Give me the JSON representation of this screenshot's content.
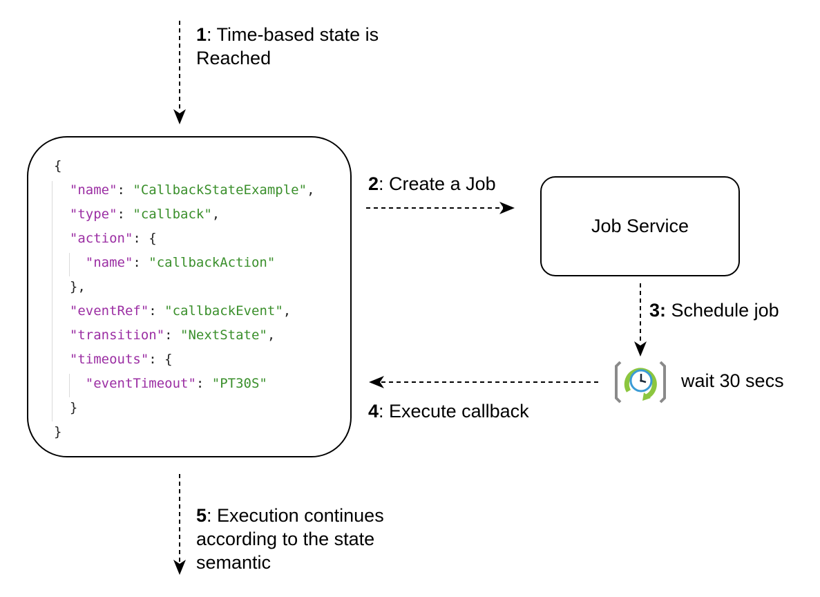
{
  "steps": {
    "s1": {
      "num": "1",
      "line1": ": Time-based state is",
      "line2": "Reached"
    },
    "s2": {
      "num": "2",
      "text": ": Create a Job"
    },
    "s3": {
      "num": "3:",
      "text": " Schedule job"
    },
    "s4": {
      "num": "4",
      "text": ": Execute callback"
    },
    "s5": {
      "num": "5",
      "line1": ": Execution continues",
      "line2": "according to the state",
      "line3": "semantic"
    }
  },
  "job_service": {
    "label": "Job Service"
  },
  "timer": {
    "icon": "timer-icon",
    "label": "wait 30 secs"
  },
  "code_lines": [
    [
      [
        "p",
        "{"
      ]
    ],
    [
      [
        "k",
        "  \"name\""
      ],
      [
        "p",
        ": "
      ],
      [
        "s",
        "\"CallbackStateExample\""
      ],
      [
        "p",
        ","
      ]
    ],
    [
      [
        "k",
        "  \"type\""
      ],
      [
        "p",
        ": "
      ],
      [
        "s",
        "\"callback\""
      ],
      [
        "p",
        ","
      ]
    ],
    [
      [
        "k",
        "  \"action\""
      ],
      [
        "p",
        ": {"
      ]
    ],
    [
      [
        "k",
        "    \"name\""
      ],
      [
        "p",
        ": "
      ],
      [
        "s",
        "\"callbackAction\""
      ]
    ],
    [
      [
        "p",
        "  },"
      ]
    ],
    [
      [
        "k",
        "  \"eventRef\""
      ],
      [
        "p",
        ": "
      ],
      [
        "s",
        "\"callbackEvent\""
      ],
      [
        "p",
        ","
      ]
    ],
    [
      [
        "k",
        "  \"transition\""
      ],
      [
        "p",
        ": "
      ],
      [
        "s",
        "\"NextState\""
      ],
      [
        "p",
        ","
      ]
    ],
    [
      [
        "k",
        "  \"timeouts\""
      ],
      [
        "p",
        ": {"
      ]
    ],
    [
      [
        "k",
        "    \"eventTimeout\""
      ],
      [
        "p",
        ": "
      ],
      [
        "s",
        "\"PT30S\""
      ]
    ],
    [
      [
        "p",
        "  }"
      ]
    ],
    [
      [
        "p",
        "}"
      ]
    ]
  ],
  "colors": {
    "json_key": "#9b2ea3",
    "json_string": "#3a8f2b",
    "timer_green": "#8cc63f",
    "timer_blue": "#3a9bd5"
  }
}
